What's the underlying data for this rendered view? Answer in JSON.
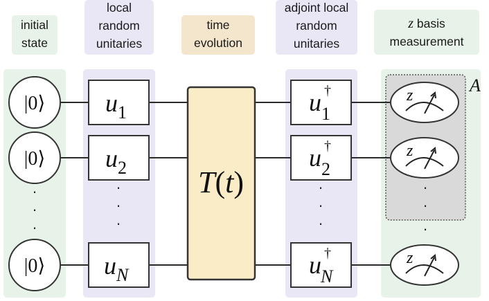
{
  "headers": {
    "initial_state": [
      "initial",
      "state"
    ],
    "local_random_unitaries": [
      "local",
      "random",
      "unitaries"
    ],
    "time_evolution": [
      "time",
      "evolution"
    ],
    "adjoint_local_random_unitaries": [
      "adjoint local",
      "random",
      "unitaries"
    ],
    "z_basis_measurement": {
      "var": "z",
      "rest": " basis",
      "line2": "measurement"
    }
  },
  "ket": {
    "bar": "|",
    "digit": "0",
    "angle": "⟩"
  },
  "dots": "·",
  "unitaries": [
    {
      "base": "u",
      "sub": "1"
    },
    {
      "base": "u",
      "sub": "2"
    },
    {
      "base": "u",
      "sub": "N"
    }
  ],
  "adjoint_unitaries": [
    {
      "base": "u",
      "sub": "1",
      "sup": "†"
    },
    {
      "base": "u",
      "sub": "2",
      "sup": "†"
    },
    {
      "base": "u",
      "sub": "N",
      "sup": "†"
    }
  ],
  "time_evolution_gate": {
    "label": "T",
    "open": "(",
    "var": "t",
    "close": ")"
  },
  "measurement_label": "z",
  "subsystem_label": "A",
  "colors": {
    "green_panel": "#e7f3e8",
    "lavender_panel": "#e9e6f5",
    "tan_panel": "#f3e6cc",
    "gate_fill": "#ffffff",
    "time_gate_fill": "#f9ecc6",
    "subsystem_fill": "#d9d9d9",
    "line": "#2a2a2a"
  }
}
